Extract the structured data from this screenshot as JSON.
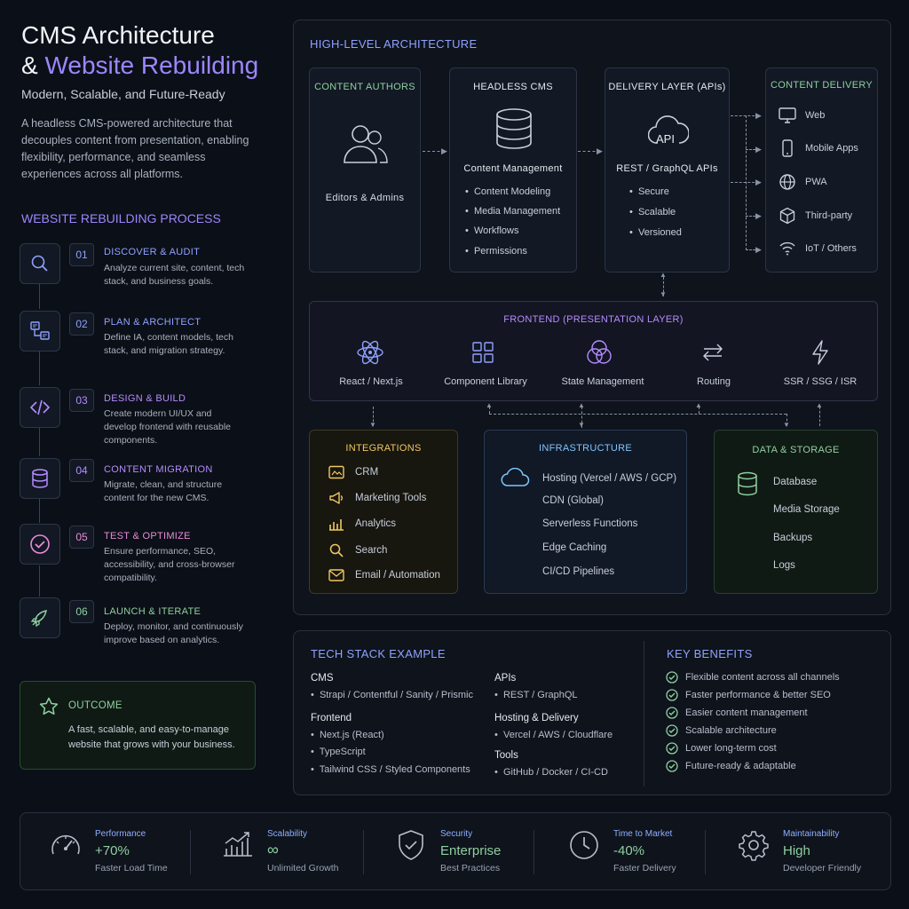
{
  "header": {
    "title_line1": "CMS Architecture",
    "title_amp": "&",
    "title_highlight": "Website Rebuilding",
    "subtitle": "Modern, Scalable, and Future-Ready",
    "description": "A headless CMS-powered architecture that decouples content from presentation, enabling flexibility, performance, and seamless experiences across all platforms."
  },
  "process": {
    "title": "WEBSITE REBUILDING PROCESS",
    "steps": [
      {
        "num": "01",
        "title": "DISCOVER & AUDIT",
        "desc": "Analyze current site, content, tech stack, and business goals.",
        "icon": "search-icon",
        "color": "#8fa2ff"
      },
      {
        "num": "02",
        "title": "PLAN & ARCHITECT",
        "desc": "Define IA, content models, tech stack, and migration strategy.",
        "icon": "sitemap-icon",
        "color": "#8fa2ff"
      },
      {
        "num": "03",
        "title": "DESIGN & BUILD",
        "desc": "Create modern UI/UX and develop frontend with reusable components.",
        "icon": "code-icon",
        "color": "#b48cff"
      },
      {
        "num": "04",
        "title": "CONTENT MIGRATION",
        "desc": "Migrate, clean, and structure content for the new CMS.",
        "icon": "database-icon",
        "color": "#b48cff"
      },
      {
        "num": "05",
        "title": "TEST & OPTIMIZE",
        "desc": "Ensure performance, SEO, accessibility, and cross-browser compatibility.",
        "icon": "check-circle-icon",
        "color": "#e88bd8"
      },
      {
        "num": "06",
        "title": "LAUNCH & ITERATE",
        "desc": "Deploy, monitor, and continuously improve based on analytics.",
        "icon": "rocket-icon",
        "color": "#8fd0a0"
      }
    ]
  },
  "outcome": {
    "title": "OUTCOME",
    "text": "A fast, scalable, and easy-to-manage website that grows with your business."
  },
  "architecture": {
    "title": "HIGH-LEVEL ARCHITECTURE",
    "authors": {
      "title": "CONTENT AUTHORS",
      "label": "Editors & Admins"
    },
    "cms": {
      "title": "HEADLESS CMS",
      "subtitle": "Content Management",
      "items": [
        "Content Modeling",
        "Media Management",
        "Workflows",
        "Permissions"
      ]
    },
    "delivery_layer": {
      "title": "DELIVERY LAYER (APIs)",
      "icon_text": "API",
      "subtitle": "REST / GraphQL APIs",
      "items": [
        "Secure",
        "Scalable",
        "Versioned"
      ]
    },
    "content_delivery": {
      "title": "CONTENT DELIVERY",
      "items": [
        {
          "label": "Web",
          "icon": "monitor-icon"
        },
        {
          "label": "Mobile Apps",
          "icon": "phone-icon"
        },
        {
          "label": "PWA",
          "icon": "globe-icon"
        },
        {
          "label": "Third-party",
          "icon": "cube-icon"
        },
        {
          "label": "IoT / Others",
          "icon": "wifi-icon"
        }
      ]
    },
    "frontend": {
      "title": "FRONTEND (PRESENTATION LAYER)",
      "items": [
        {
          "label": "React / Next.js",
          "icon": "react-icon"
        },
        {
          "label": "Component Library",
          "icon": "grid-icon"
        },
        {
          "label": "State Management",
          "icon": "circles-icon"
        },
        {
          "label": "Routing",
          "icon": "arrows-icon"
        },
        {
          "label": "SSR / SSG / ISR",
          "icon": "bolt-icon"
        }
      ]
    },
    "integrations": {
      "title": "INTEGRATIONS",
      "items": [
        {
          "label": "CRM",
          "icon": "id-card-icon"
        },
        {
          "label": "Marketing Tools",
          "icon": "megaphone-icon"
        },
        {
          "label": "Analytics",
          "icon": "bar-chart-icon"
        },
        {
          "label": "Search",
          "icon": "search-icon"
        },
        {
          "label": "Email / Automation",
          "icon": "mail-icon"
        }
      ]
    },
    "infrastructure": {
      "title": "INFRASTRUCTURE",
      "items": [
        "Hosting (Vercel / AWS / GCP)",
        "CDN (Global)",
        "Serverless Functions",
        "Edge Caching",
        "CI/CD Pipelines"
      ]
    },
    "data_storage": {
      "title": "DATA & STORAGE",
      "items": [
        "Database",
        "Media Storage",
        "Backups",
        "Logs"
      ]
    }
  },
  "tech_stack": {
    "title": "TECH STACK EXAMPLE",
    "cms_label": "CMS",
    "cms_items": [
      "Strapi / Contentful / Sanity / Prismic"
    ],
    "frontend_label": "Frontend",
    "frontend_items": [
      "Next.js (React)",
      "TypeScript",
      "Tailwind CSS / Styled Components"
    ],
    "apis_label": "APIs",
    "apis_items": [
      "REST / GraphQL"
    ],
    "hosting_label": "Hosting & Delivery",
    "hosting_items": [
      "Vercel / AWS / Cloudflare"
    ],
    "tools_label": "Tools",
    "tools_items": [
      "GitHub / Docker / CI-CD"
    ]
  },
  "benefits": {
    "title": "KEY BENEFITS",
    "items": [
      "Flexible content across all channels",
      "Faster performance & better SEO",
      "Easier content management",
      "Scalable architecture",
      "Lower long-term cost",
      "Future-ready & adaptable"
    ]
  },
  "stats": [
    {
      "label": "Performance",
      "value": "+70%",
      "sub": "Faster Load Time",
      "icon": "gauge-icon"
    },
    {
      "label": "Scalability",
      "value": "∞",
      "sub": "Unlimited Growth",
      "icon": "growth-chart-icon"
    },
    {
      "label": "Security",
      "value": "Enterprise",
      "sub": "Best Practices",
      "icon": "shield-icon"
    },
    {
      "label": "Time to Market",
      "value": "-40%",
      "sub": "Faster Delivery",
      "icon": "clock-icon"
    },
    {
      "label": "Maintainability",
      "value": "High",
      "sub": "Developer Friendly",
      "icon": "gear-icon"
    }
  ],
  "colors": {
    "purple": "#9b87ff",
    "blue": "#8fa2ff",
    "green": "#8fd0a0",
    "yellow": "#f0c860",
    "cyan": "#7ec8ff"
  }
}
